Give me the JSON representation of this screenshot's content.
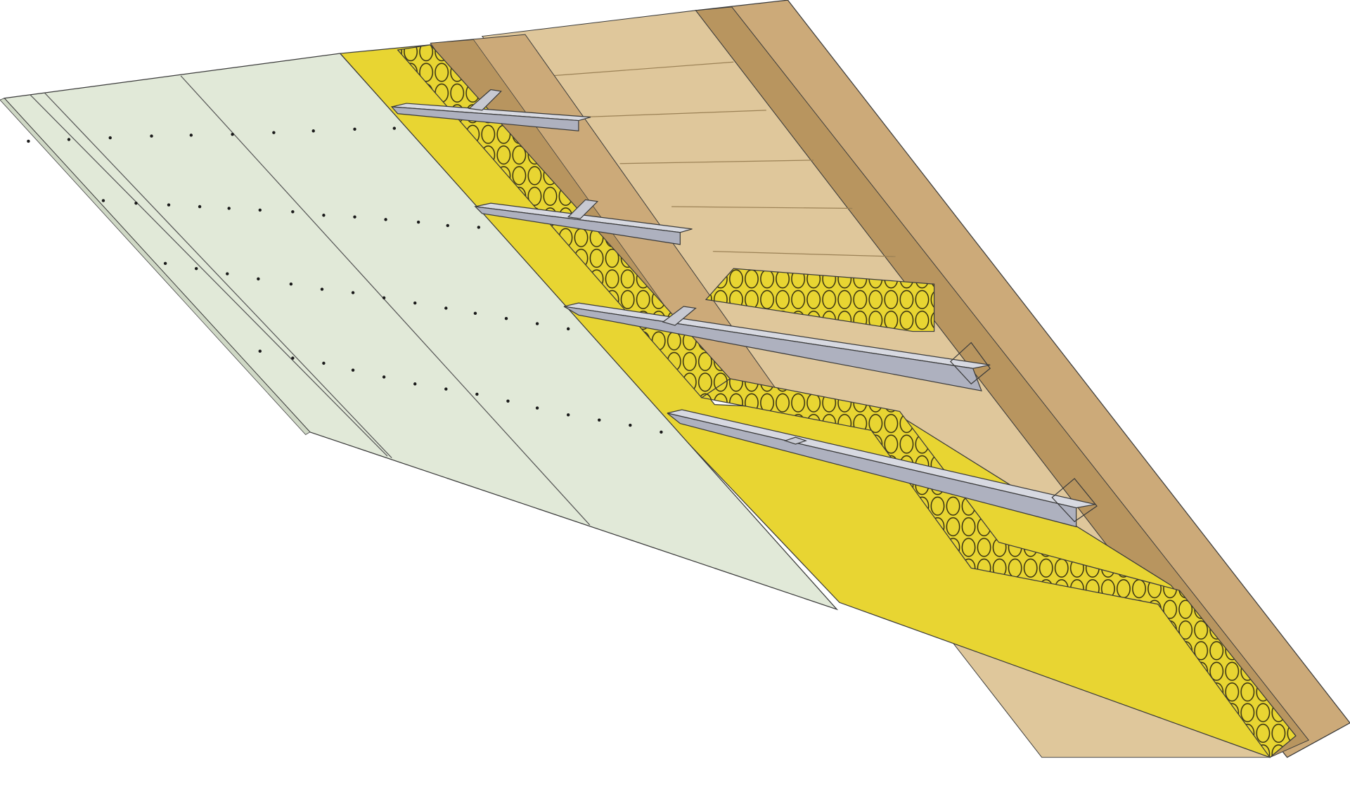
{
  "diagram": {
    "subject": "ceiling-assembly-cutaway",
    "layers": [
      {
        "name": "plasterboard-lining",
        "color": "#e1e9d8"
      },
      {
        "name": "glass-wool-insulation",
        "color": "#e8d532"
      },
      {
        "name": "steel-furring-channels",
        "color": "#aeb1bf",
        "count": 4
      },
      {
        "name": "timber-joists",
        "color": "#b8955f"
      },
      {
        "name": "timber-floor-boards",
        "color": "#dfc79b"
      }
    ],
    "colors": {
      "background": "#ffffff",
      "board": "#e1e9d8",
      "insulation": "#e8d532",
      "steel": "#aeb1bf",
      "timber_dark": "#b8955f",
      "timber_mid": "#ccaa79",
      "floor_boards": "#dfc79b",
      "outline": "#3a3a3a"
    }
  }
}
